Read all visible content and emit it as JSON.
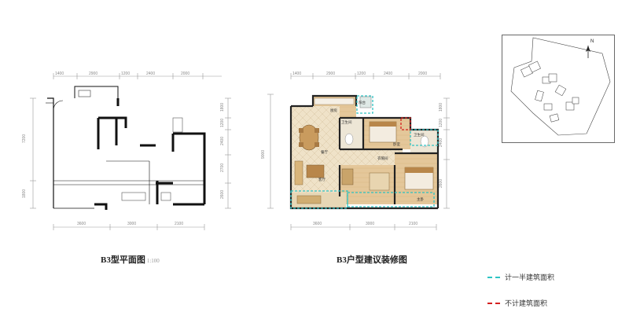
{
  "plan_left": {
    "title": "B3型平面图",
    "scale": "1:100",
    "top_dims": [
      "1400",
      "2900",
      "1200",
      "2400",
      "2000"
    ],
    "bottom_dims": [
      "3600",
      "3000",
      "2100"
    ],
    "left_dims": [
      "7200",
      "1800"
    ],
    "right_dims": [
      "1800",
      "1200",
      "2400",
      "2700",
      "2600"
    ]
  },
  "plan_right": {
    "title": "B3户型建议装修图",
    "top_dims": [
      "1400",
      "2900",
      "1200",
      "2400",
      "2000"
    ],
    "bottom_dims": [
      "3600",
      "3000",
      "2100"
    ],
    "left_dims": [
      "9000"
    ],
    "right_dims": [
      "1800",
      "1200",
      "2400",
      "2600"
    ],
    "room_labels": {
      "kitchen": "厨房",
      "bath1": "卫生间",
      "dining": "餐厅",
      "bedroom1": "卧室",
      "bath2": "卫生间",
      "living": "客厅",
      "master": "主卧",
      "balcony": "阳台",
      "closet": "衣帽间"
    }
  },
  "site_map": {
    "north_label": "N"
  },
  "legend": {
    "items": [
      {
        "label": "计一半建筑面积",
        "color": "#2ec4c4",
        "style": "dashed"
      },
      {
        "label": "不计建筑面积",
        "color": "#d42020",
        "style": "dashed"
      }
    ]
  },
  "colors": {
    "wall": "#111111",
    "floor_wood": "#e4c79a",
    "floor_tile": "#efe2c8",
    "half_area": "#2ec4c4",
    "no_area": "#d42020",
    "dim_line": "#888888"
  }
}
